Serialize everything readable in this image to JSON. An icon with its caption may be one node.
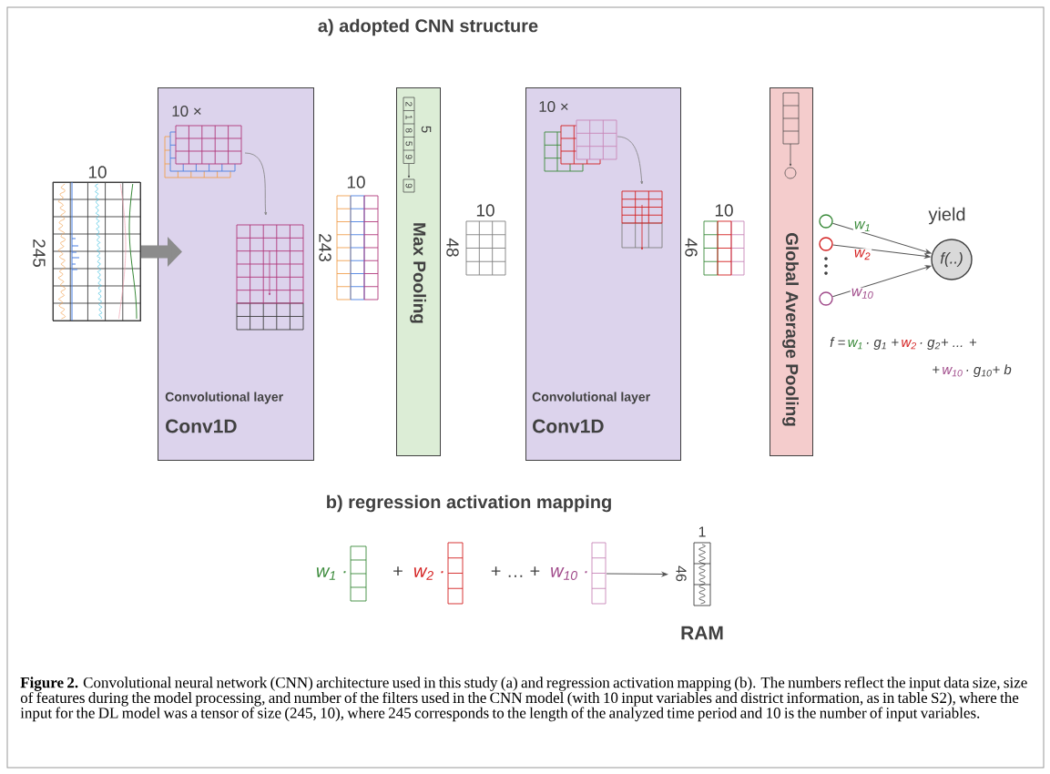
{
  "diagram": {
    "caption": "**Figure 2.** Convolutional neural network (CNN) architecture used in this study (a) and regression activation mapping (b). The numbers reflect the input data size, size of features during the model processing, and number of the filters used in the CNN model (with 10 input variables and district information, as in table S2), where the input for the DL model was a tensor of size (245, 10), where 245 corresponds to the length of the analyzed time period and 10 is the number of input variables.",
    "nodes": [
      {
        "text": [],
        "shape": "picture",
        "beside": [
          "10",
          "245"
        ]
      },
      {
        "text": [
          "10 ×",
          "Convolutional layer",
          "Conv1D"
        ]
      },
      {
        "text": [],
        "shape": "picture",
        "beside": [
          "10",
          "243"
        ]
      },
      {
        "text": [
          "5",
          "2",
          "1",
          "8",
          "5",
          "9",
          "9",
          "Max Pooling"
        ]
      },
      {
        "text": [],
        "shape": "picture",
        "beside": [
          "10",
          "48"
        ]
      },
      {
        "text": [
          "10 ×",
          "Convolutional layer",
          "Conv1D"
        ]
      },
      {
        "text": [],
        "shape": "picture",
        "beside": [
          "10",
          "46"
        ]
      },
      {
        "text": [
          "Global Average Pooling"
        ]
      },
      {
        "text": [],
        "shape": "circle"
      },
      {
        "text": [],
        "shape": "circle"
      },
      {
        "text": [],
        "shape": "circle"
      },
      {
        "text": [
          "f(..)"
        ],
        "beside": [
          "yield"
        ]
      },
      {
        "text": [],
        "shape": "bar"
      },
      {
        "text": [],
        "shape": "bar"
      },
      {
        "text": [],
        "shape": "bar"
      },
      {
        "text": [],
        "shape": "picture",
        "beside": [
          "1",
          "46",
          "RAM"
        ]
      }
    ],
    "edges": [
      {
        "from": 0,
        "to": 1,
        "arrow": "to",
        "style": "thick",
        "color": "#8c8c8c"
      },
      {
        "from": 8,
        "to": 11,
        "arrow": "to",
        "label": "w$_{1}$"
      },
      {
        "from": 9,
        "to": 11,
        "arrow": "to",
        "label": "w$_{2}$"
      },
      {
        "from": 10,
        "to": 11,
        "arrow": "to",
        "label": "w$_{10}$"
      },
      {
        "from": 14,
        "to": 15,
        "arrow": "to"
      }
    ],
    "labels": [
      "a) adopted CNN structure",
      "f =",
      "w$_{1}$",
      "· g$_{1}$ +",
      "w$_{2}$",
      "· g$_{2}$+ ... +",
      "+",
      "w$_{10}$",
      "· g$_{10}$+ b",
      "b) regression activation mapping",
      "w$_{1}$ ·",
      "+",
      "w$_{2}$ ·",
      "+ … +",
      "w$_{10}$ ·"
    ]
  }
}
